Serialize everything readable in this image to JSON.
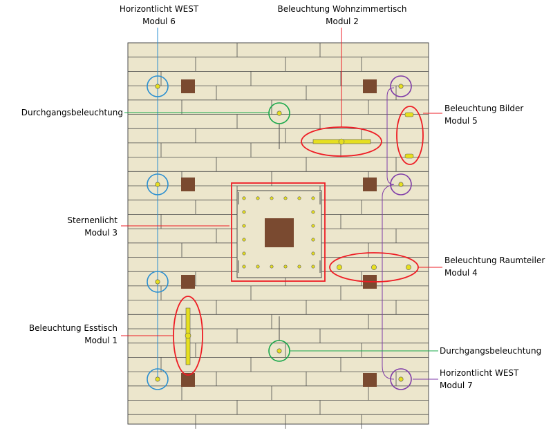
{
  "colors": {
    "wood": "#ece6cc",
    "wood_line": "#4a4a4a",
    "lamp": "#e6df1f",
    "tile": "#7a4a30",
    "blue": "#2b8fd0",
    "green": "#18a84a",
    "red": "#ee1c24",
    "purple": "#7e3aa8"
  },
  "labels": {
    "horizont_west_6": {
      "line1": "Horizontlicht WEST",
      "line2": "Modul 6"
    },
    "wohnzimmertisch": {
      "line1": "Beleuchtung Wohnzimmertisch",
      "line2": "Modul 2"
    },
    "durchgang_top": {
      "line1": "Durchgangsbeleuchtung"
    },
    "bilder": {
      "line1": "Beleuchtung Bilder",
      "line2": "Modul 5"
    },
    "sternenlicht": {
      "line1": "Sternenlicht",
      "line2": "Modul 3"
    },
    "raumteiler": {
      "line1": "Beleuchtung Raumteiler",
      "line2": "Modul 4"
    },
    "esstisch": {
      "line1": "Beleuchtung Esstisch",
      "line2": "Modul 1"
    },
    "durchgang_bottom": {
      "line1": "Durchgangsbeleuchtung"
    },
    "horizont_west_7": {
      "line1": "Horizontlicht WEST",
      "line2": "Modul 7"
    }
  }
}
